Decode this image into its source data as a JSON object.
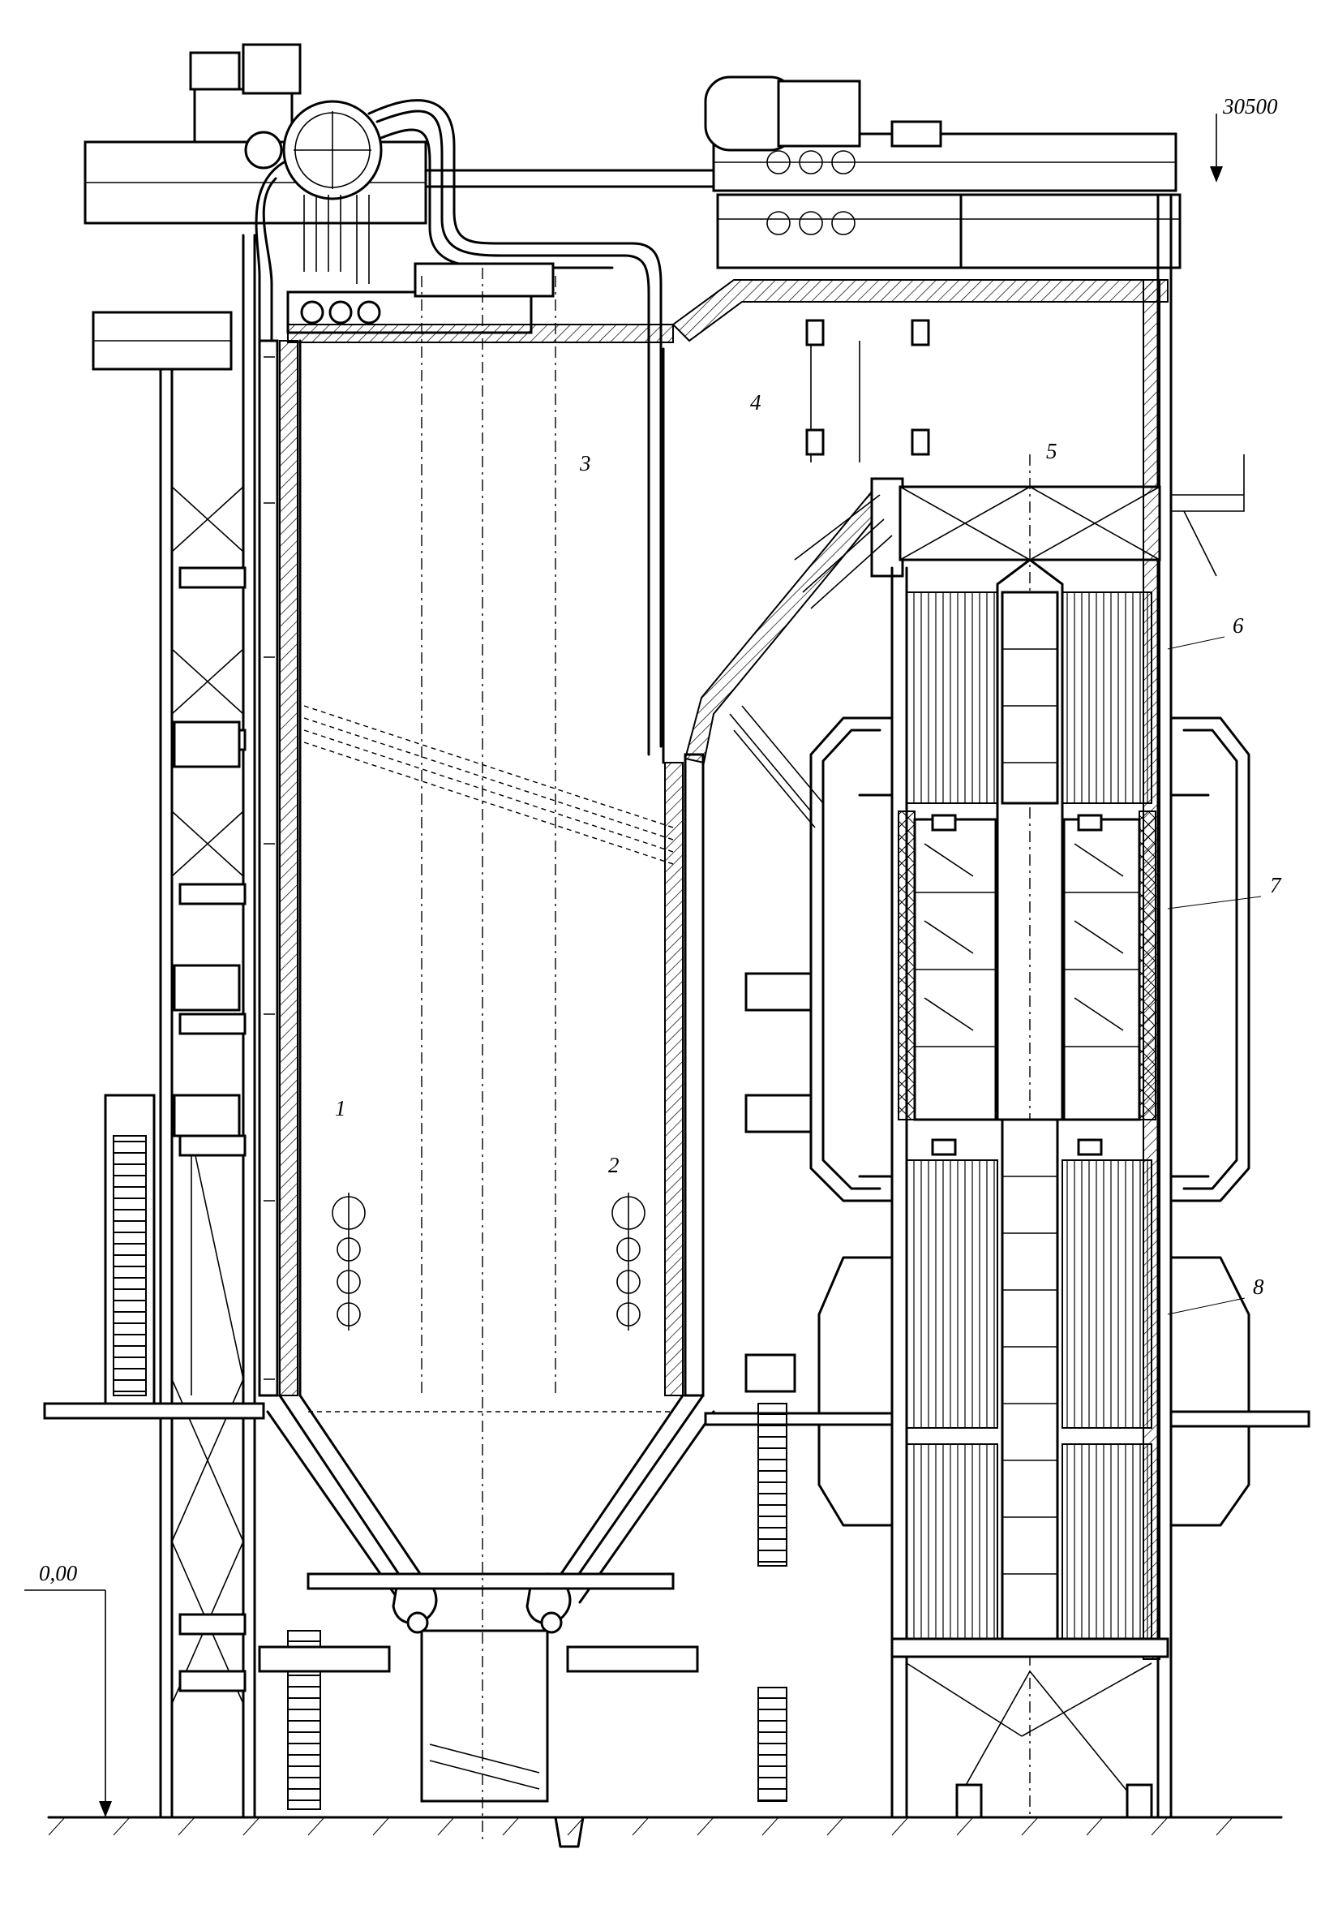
{
  "elevations": {
    "top": "30500",
    "ground": "0,00"
  },
  "labels": [
    "1",
    "2",
    "3",
    "4",
    "5",
    "6",
    "7",
    "8"
  ]
}
